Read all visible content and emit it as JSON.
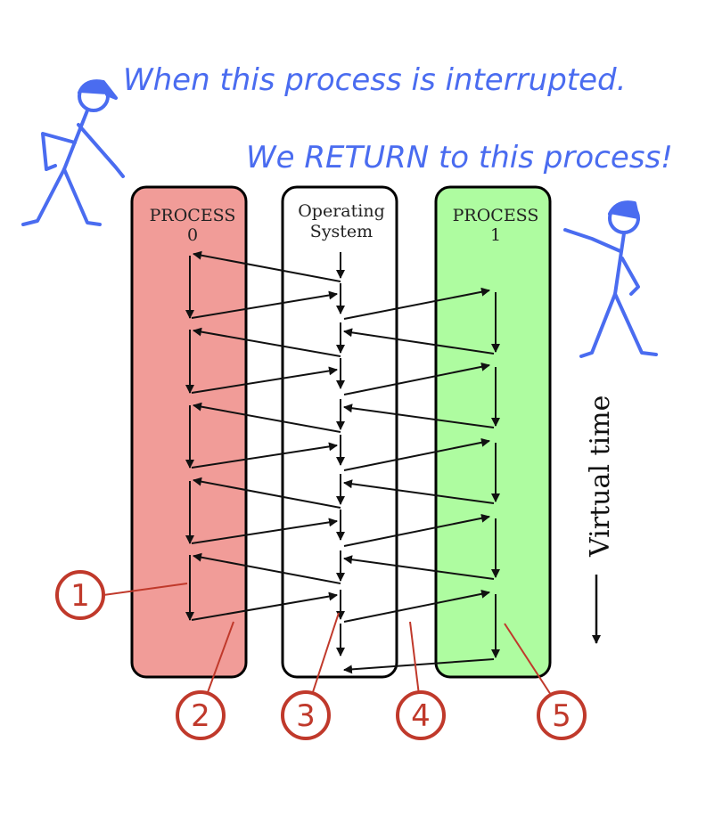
{
  "captions": {
    "top": "When this process is interrupted.",
    "bottom": "We RETURN to this process!"
  },
  "columns": [
    {
      "line1": "PROCESS",
      "line2": "0",
      "fill": "#f19c98"
    },
    {
      "line1": "Operating",
      "line2": "System",
      "fill": "#ffffff"
    },
    {
      "line1": "PROCESS",
      "line2": "1",
      "fill": "#aefca0"
    }
  ],
  "time_axis_label": "Virtual time",
  "callouts": [
    "1",
    "2",
    "3",
    "4",
    "5"
  ],
  "colors": {
    "caption": "#4a6cf0",
    "stick_figure": "#4a6cf0",
    "callout": "#c0392b",
    "arrow": "#111111"
  },
  "icons": [
    "stick-figure-icon",
    "stick-figure-icon"
  ]
}
